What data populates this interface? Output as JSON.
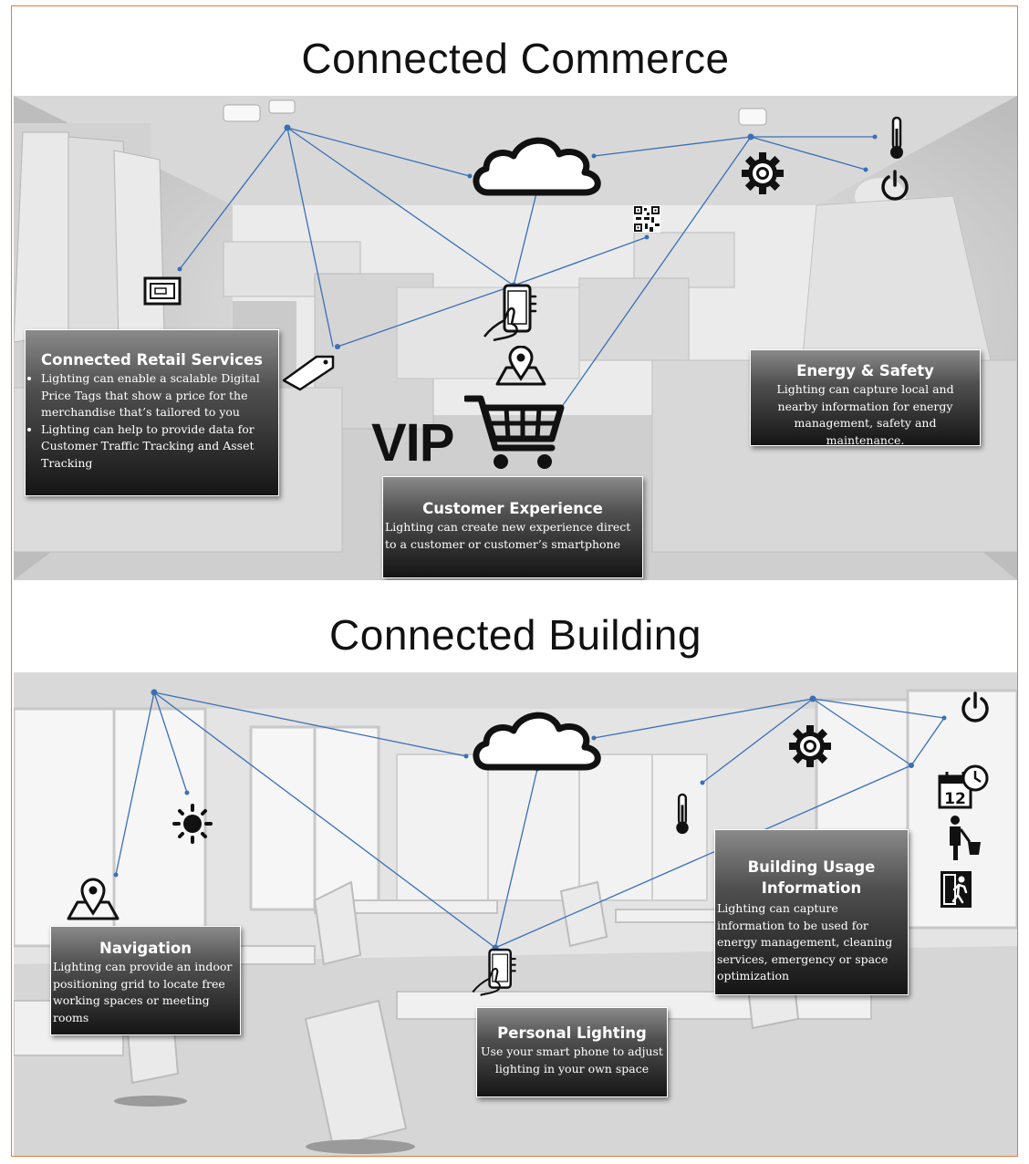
{
  "commerce": {
    "title": "Connected Commerce",
    "vip_label": "VIP",
    "callouts": {
      "retail": {
        "title": "Connected Retail Services",
        "bullets": [
          "Lighting can enable a scalable Digital Price Tags that show a price for the merchandise that’s tailored to you",
          "Lighting  can  help to provide data for Customer Traffic Tracking and Asset Tracking"
        ]
      },
      "energy": {
        "title": "Energy & Safety",
        "body": "Lighting  can capture local and nearby information for energy management, safety and maintenance."
      },
      "customer": {
        "title": "Customer Experience",
        "body": "Lighting can create new experience direct to a customer or customer’s smartphone"
      }
    },
    "icons": [
      "cloud-icon",
      "thermometer-icon",
      "power-icon",
      "gear-icon",
      "qr-code-icon",
      "price-tag-icon",
      "tablet-icon",
      "smartphone-hand-icon",
      "map-pin-icon",
      "shopping-cart-icon"
    ]
  },
  "building": {
    "title": "Connected Building",
    "callouts": {
      "navigation": {
        "title": "Navigation",
        "body": "Lighting can provide an indoor positioning grid to locate free working spaces or meeting rooms"
      },
      "personal": {
        "title": "Personal Lighting",
        "body": "Use your smart phone to adjust lighting in your own space"
      },
      "usage": {
        "title": "Building Usage Information",
        "body": "Lighting can capture information to be used for energy management, cleaning services, emergency or space optimization"
      }
    },
    "calendar_day": "12",
    "icons": [
      "cloud-icon",
      "sun-icon",
      "map-pin-icon",
      "smartphone-hand-icon",
      "thermometer-icon",
      "gear-icon",
      "power-icon",
      "calendar-clock-icon",
      "cleaner-icon",
      "emergency-exit-icon"
    ]
  },
  "colors": {
    "frame": "#e07b39",
    "network_line": "#3b6fb6",
    "callout_dark": "#151515"
  }
}
